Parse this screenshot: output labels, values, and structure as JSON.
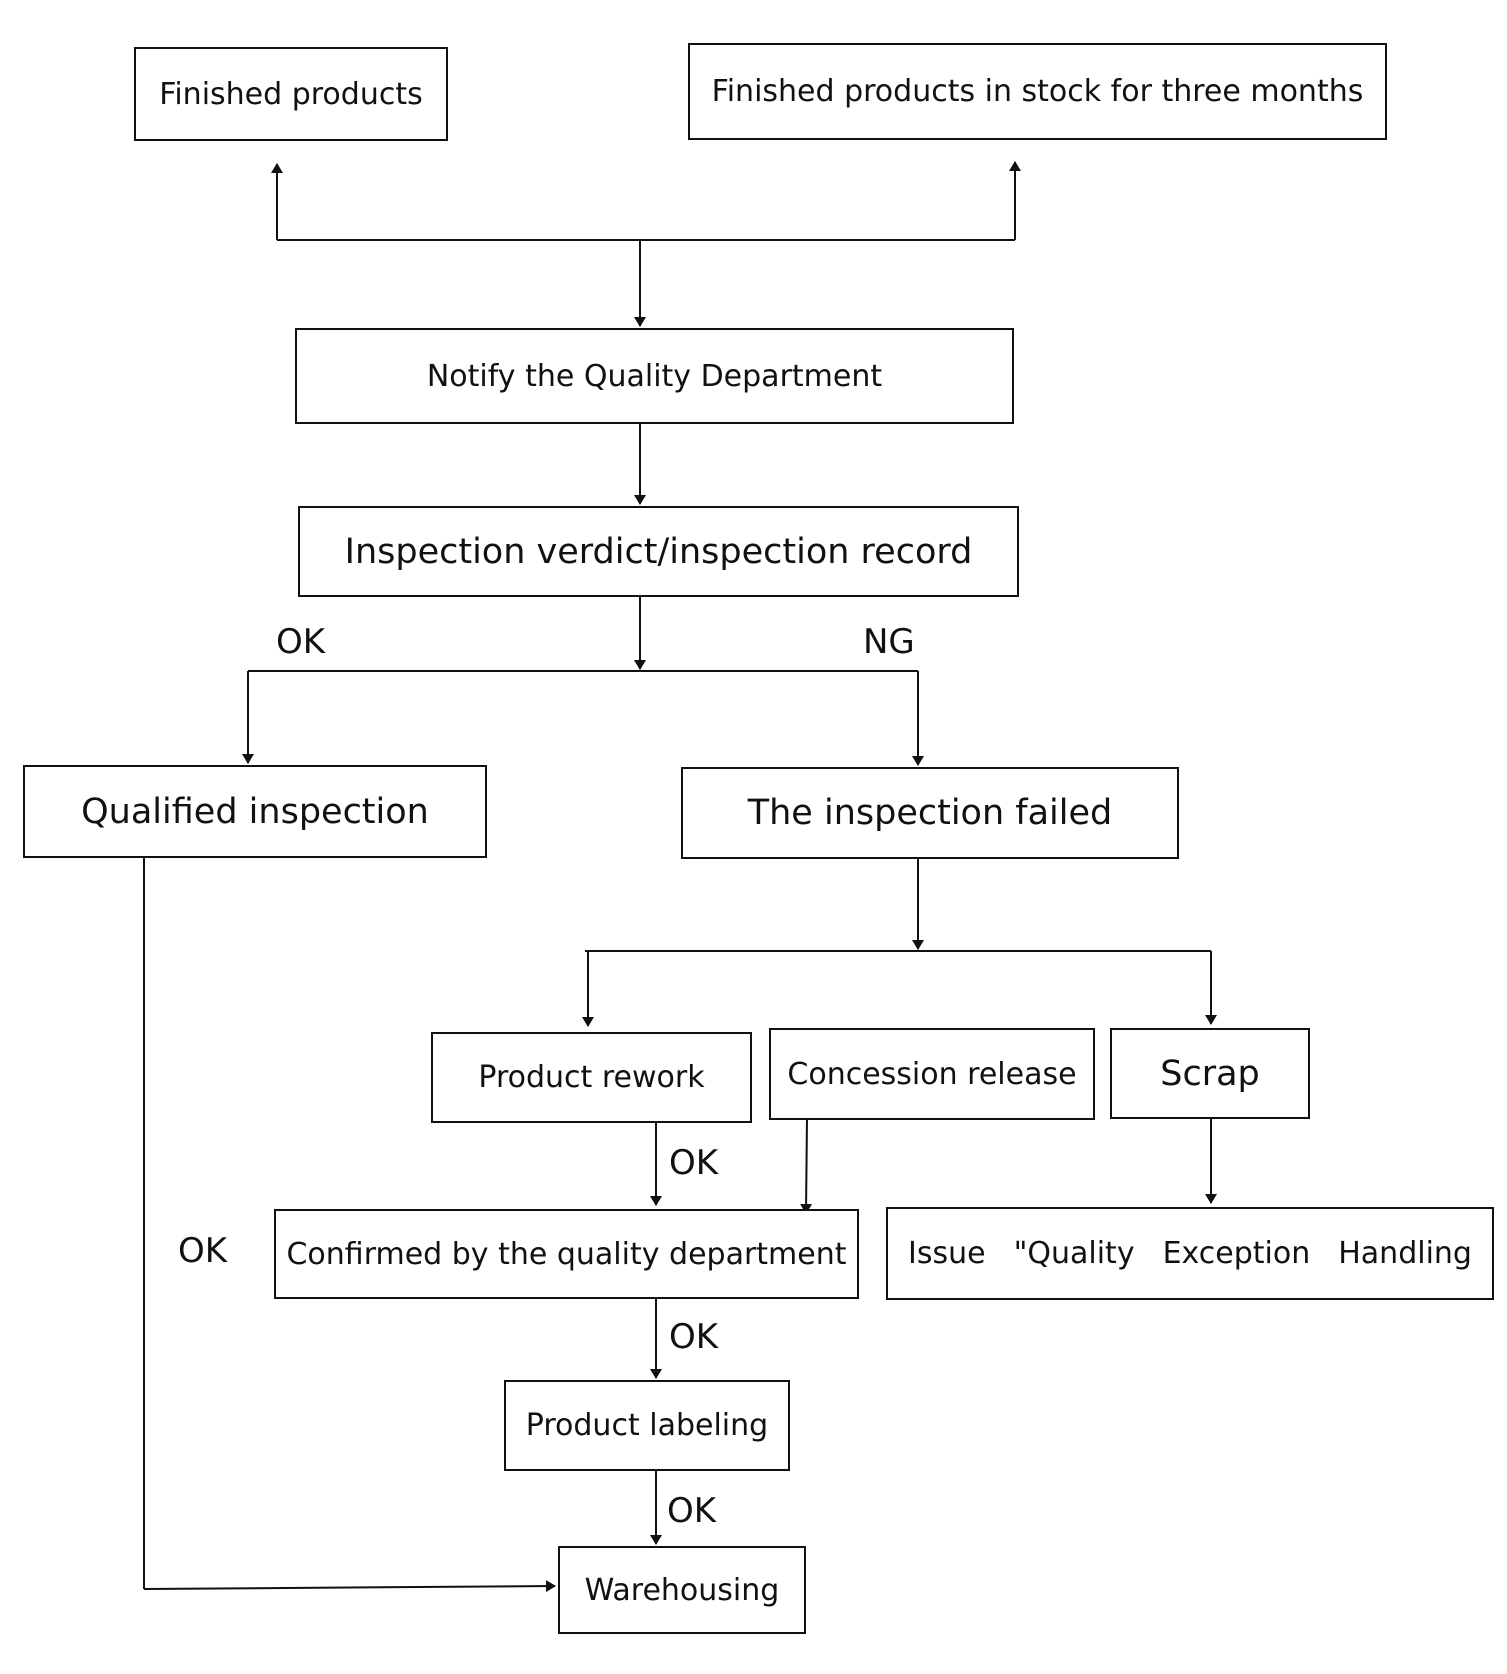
{
  "nodes": {
    "finished": "Finished products",
    "stock": "Finished products in stock for three months",
    "notify": "Notify the Quality Department",
    "verdict": "Inspection verdict/inspection record",
    "qualified": "Qualified inspection",
    "failed": "The inspection failed",
    "rework": "Product rework",
    "concession": "Concession release",
    "scrap": "Scrap",
    "confirmed": "Confirmed by the quality department",
    "issue_words": [
      "Issue",
      "\"Quality",
      "Exception",
      "Handling"
    ],
    "labeling": "Product labeling",
    "warehousing": "Warehousing"
  },
  "edge_labels": {
    "ok_left": "OK",
    "ng": "NG",
    "ok_rework": "OK",
    "ok_qualified": "OK",
    "ok_confirmed": "OK",
    "ok_labeling": "OK"
  }
}
